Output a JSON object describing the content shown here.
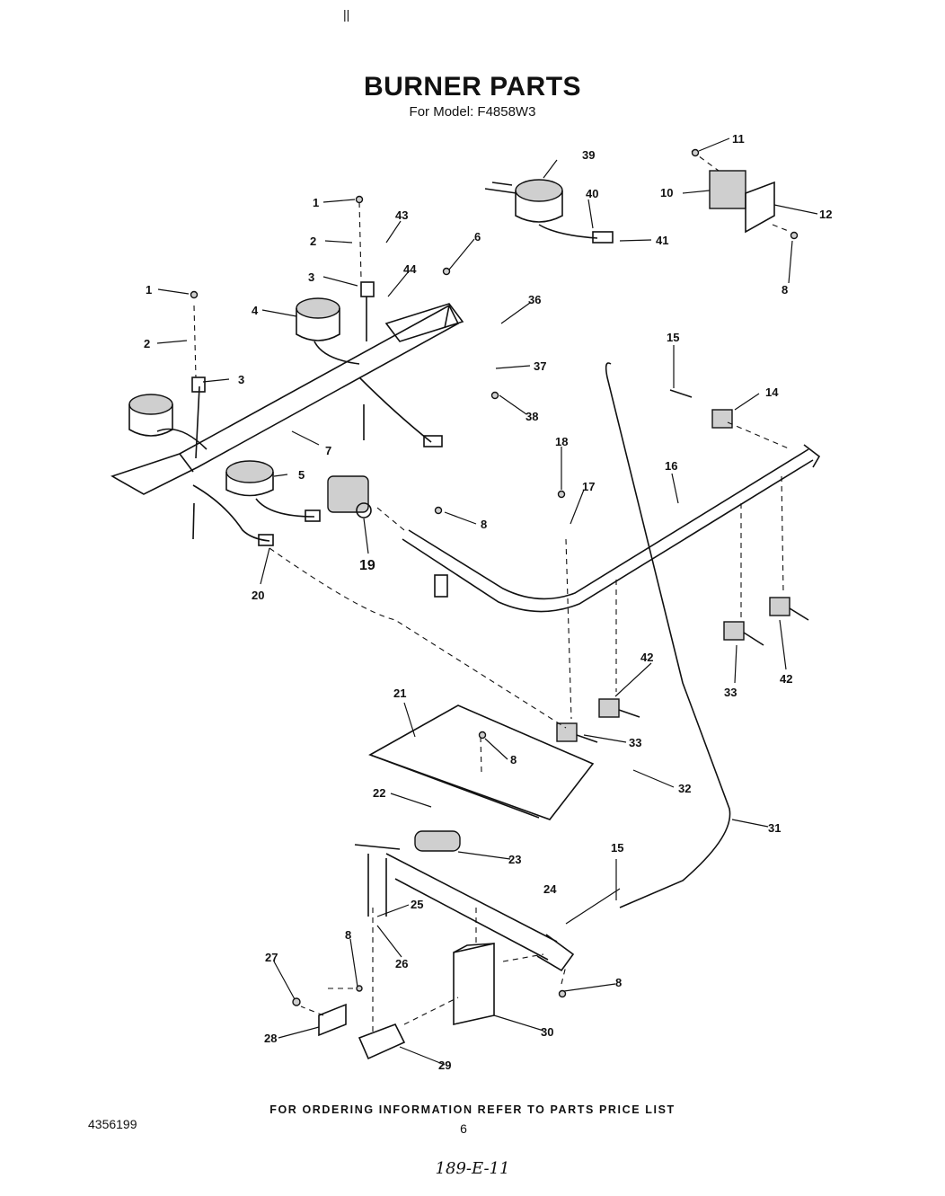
{
  "header": {
    "top_mark": "||",
    "title": "BURNER PARTS",
    "subtitle": "For Model: F4858W3"
  },
  "callouts": [
    "1",
    "2",
    "3",
    "4",
    "5",
    "6",
    "7",
    "8",
    "10",
    "11",
    "12",
    "14",
    "15",
    "16",
    "17",
    "18",
    "19",
    "20",
    "21",
    "22",
    "23",
    "24",
    "25",
    "26",
    "27",
    "28",
    "29",
    "30",
    "31",
    "32",
    "33",
    "36",
    "37",
    "38",
    "39",
    "40",
    "41",
    "42",
    "43",
    "44"
  ],
  "footer": {
    "ordering_note": "FOR ORDERING INFORMATION REFER TO PARTS PRICE LIST",
    "doc_number": "4356199",
    "page_number": "6",
    "handwritten": "189-E-11"
  }
}
